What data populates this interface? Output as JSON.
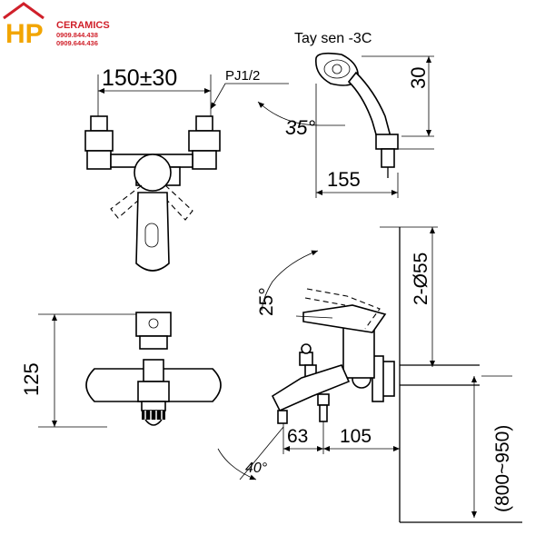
{
  "logo": {
    "mark": "HP",
    "brand": "CERAMICS",
    "phone1": "0909.844.438",
    "phone2": "0909.644.436",
    "colors": {
      "mark": "#f2a500",
      "text": "#d0202a"
    }
  },
  "top_left": {
    "spacing": "150±30",
    "thread": "PJ1/2"
  },
  "shower": {
    "model": "Tay sen -3C",
    "height": "30",
    "angle": "35°",
    "width": "155"
  },
  "front": {
    "height": "125"
  },
  "side": {
    "diameter": "2-Ø55",
    "handle_angle": "25°",
    "spout_angle": "40°",
    "depth1": "63",
    "depth2": "105",
    "install_height": "(800~950)"
  }
}
